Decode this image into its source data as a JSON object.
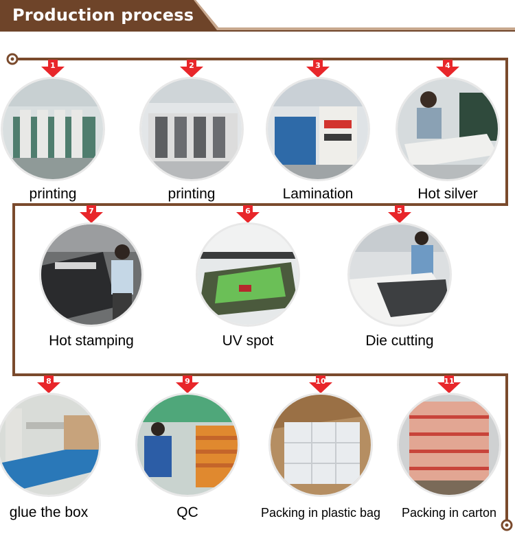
{
  "header": {
    "title": "Production process"
  },
  "colors": {
    "brown": "#7a4a2c",
    "arrow_red": "#e8262a",
    "header_bg": "#6e4429"
  },
  "steps": [
    {
      "num": "1",
      "label": "printing",
      "icon": "printing-press-photo"
    },
    {
      "num": "2",
      "label": "printing",
      "icon": "printing-press-photo"
    },
    {
      "num": "3",
      "label": "Lamination",
      "icon": "lamination-machine-photo"
    },
    {
      "num": "4",
      "label": "Hot silver",
      "icon": "hot-silver-photo"
    },
    {
      "num": "7",
      "label": "Hot stamping",
      "icon": "hot-stamping-photo"
    },
    {
      "num": "6",
      "label": "UV spot",
      "icon": "uv-spot-photo"
    },
    {
      "num": "5",
      "label": "Die cutting",
      "icon": "die-cutting-photo"
    },
    {
      "num": "8",
      "label": "glue the box",
      "icon": "gluing-machine-photo"
    },
    {
      "num": "9",
      "label": "QC",
      "icon": "quality-check-photo"
    },
    {
      "num": "10",
      "label": "Packing in plastic bag",
      "icon": "plastic-bag-packing-photo"
    },
    {
      "num": "11",
      "label": "Packing in carton",
      "icon": "carton-packing-photo"
    }
  ]
}
